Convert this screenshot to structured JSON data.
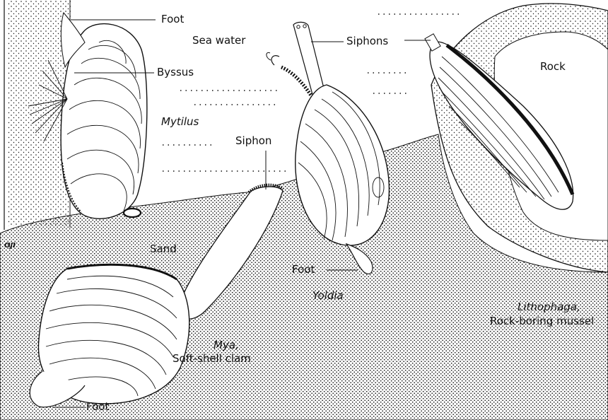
{
  "diagram": {
    "labels": {
      "foot_mytilus": "Foot",
      "byssus": "Byssus",
      "sea_water": "Sea water",
      "mytilus": "Mytilus",
      "siphons": "Siphons",
      "rock": "Rock",
      "siphon_mya": "Siphon",
      "sand": "Sand",
      "foot_yoldia": "Foot",
      "yoldia": "Yoldia",
      "lithophaga_name": "Lithophaga,",
      "lithophaga_common": "Rock-boring mussel",
      "mya_name": "Mya,",
      "mya_common": "Soft-shell clam",
      "foot_mya": "Foot",
      "artist_signature": "OJI"
    }
  },
  "colors": {
    "ink": "#111111",
    "paper": "#ffffff"
  }
}
